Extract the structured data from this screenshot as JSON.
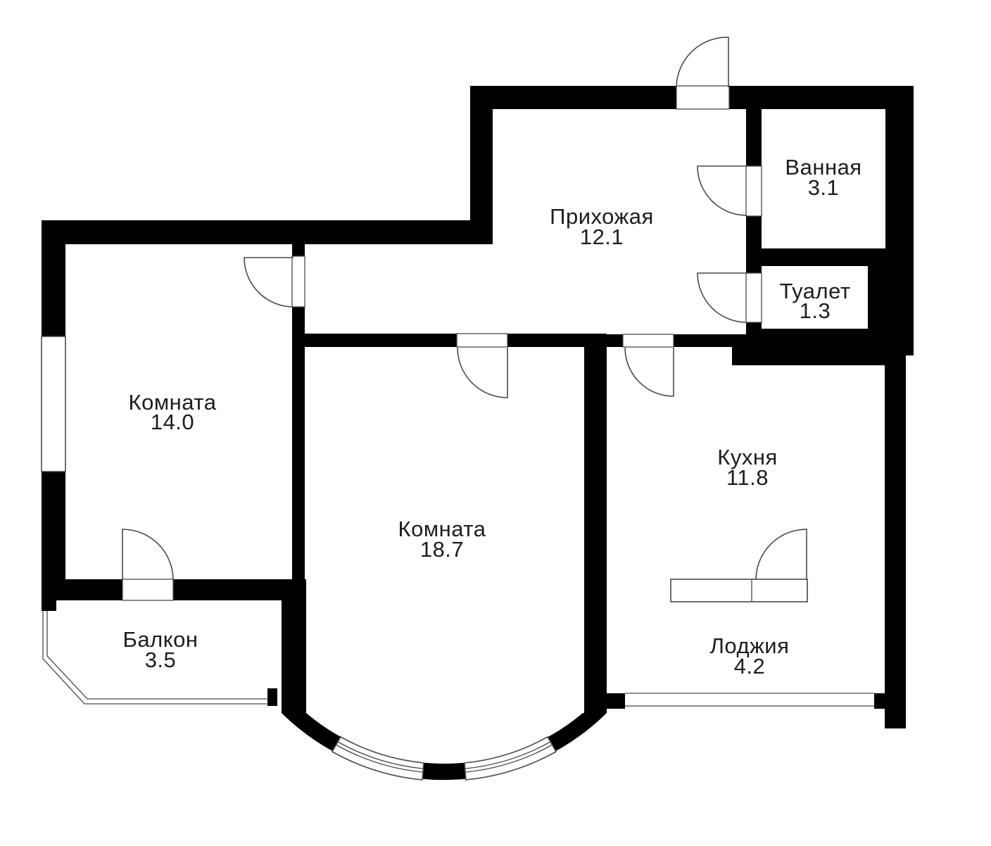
{
  "colors": {
    "wall": "#000000",
    "line": "#4a4a4a",
    "text": "#1d1d1d",
    "background": "#ffffff"
  },
  "rooms": [
    {
      "id": "hallway",
      "name": "Прихожая",
      "area": "12.1"
    },
    {
      "id": "bathroom",
      "name": "Ванная",
      "area": "3.1"
    },
    {
      "id": "toilet",
      "name": "Туалет",
      "area": "1.3"
    },
    {
      "id": "room-1",
      "name": "Комната",
      "area": "14.0"
    },
    {
      "id": "kitchen",
      "name": "Кухня",
      "area": "11.8"
    },
    {
      "id": "room-2",
      "name": "Комната",
      "area": "18.7"
    },
    {
      "id": "balcony",
      "name": "Балкон",
      "area": "3.5"
    },
    {
      "id": "loggia",
      "name": "Лоджия",
      "area": "4.2"
    }
  ]
}
